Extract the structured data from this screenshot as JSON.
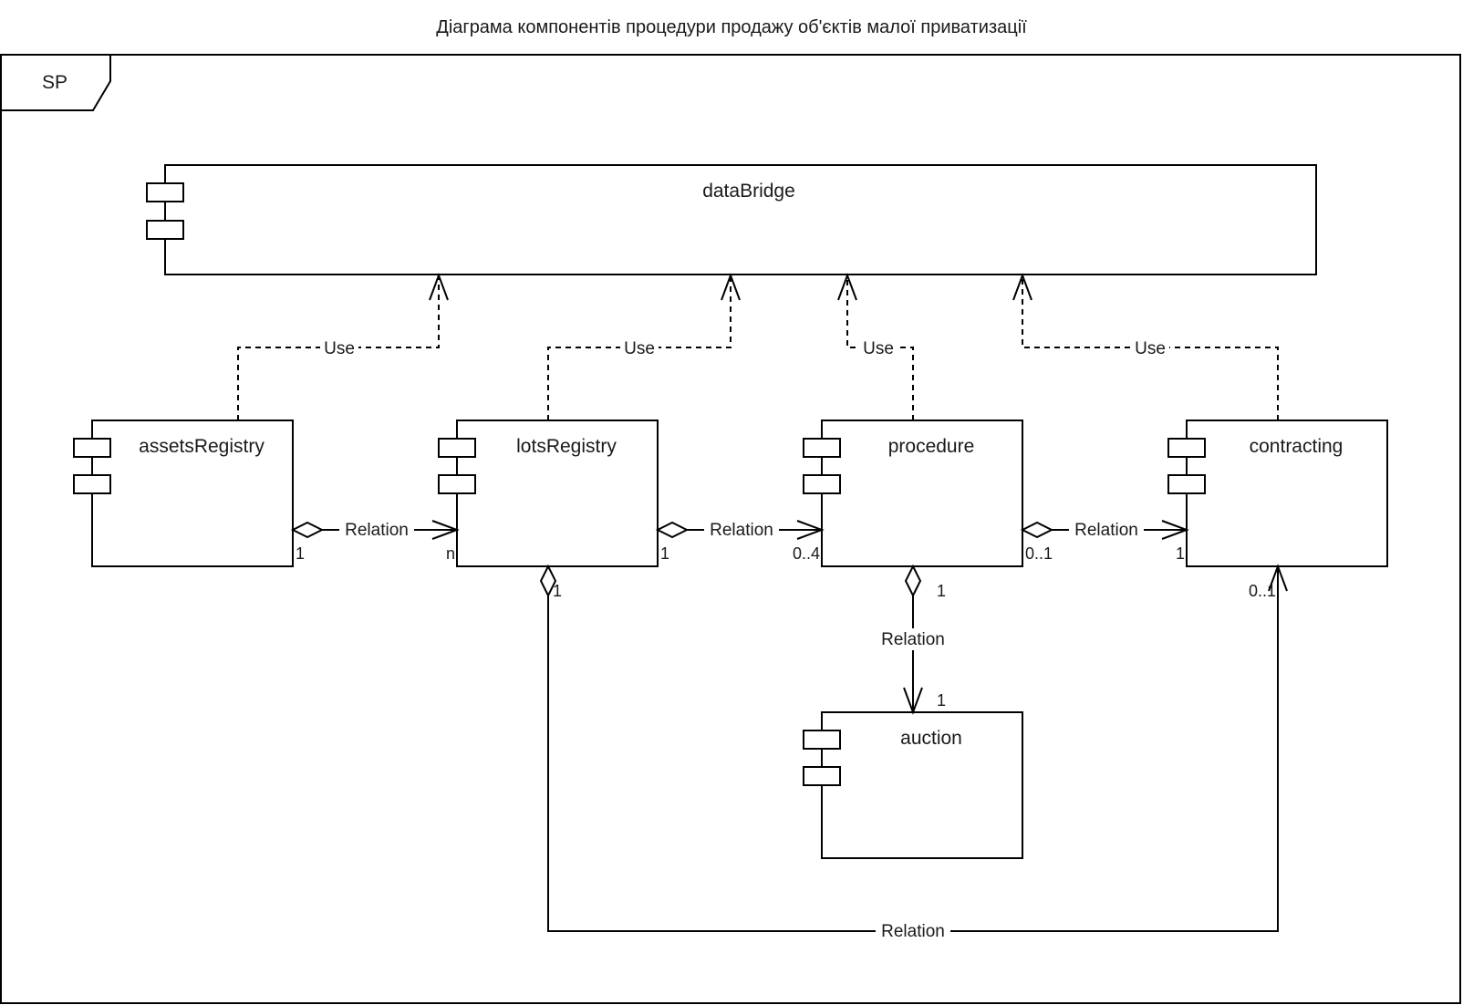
{
  "title": "Діаграма компонентів процедури продажу об'єктів малої приватизації",
  "frame": {
    "label": "SP"
  },
  "components": {
    "dataBridge": {
      "name": "dataBridge"
    },
    "assetsRegistry": {
      "name": "assetsRegistry"
    },
    "lotsRegistry": {
      "name": "lotsRegistry"
    },
    "procedure": {
      "name": "procedure"
    },
    "contracting": {
      "name": "contracting"
    },
    "auction": {
      "name": "auction"
    }
  },
  "dependencies": [
    {
      "from": "assetsRegistry",
      "to": "dataBridge",
      "label": "Use"
    },
    {
      "from": "lotsRegistry",
      "to": "dataBridge",
      "label": "Use"
    },
    {
      "from": "procedure",
      "to": "dataBridge",
      "label": "Use"
    },
    {
      "from": "contracting",
      "to": "dataBridge",
      "label": "Use"
    }
  ],
  "relations": [
    {
      "from": "assetsRegistry",
      "to": "lotsRegistry",
      "label": "Relation",
      "source_mult": "1",
      "target_mult": "n",
      "kind": "aggregation"
    },
    {
      "from": "lotsRegistry",
      "to": "procedure",
      "label": "Relation",
      "source_mult": "1",
      "target_mult": "0..4",
      "kind": "aggregation"
    },
    {
      "from": "procedure",
      "to": "contracting",
      "label": "Relation",
      "source_mult": "0..1",
      "target_mult": "1",
      "kind": "aggregation"
    },
    {
      "from": "procedure",
      "to": "auction",
      "label": "Relation",
      "source_mult": "1",
      "target_mult": "1",
      "kind": "aggregation"
    },
    {
      "from": "lotsRegistry",
      "to": "contracting",
      "label": "Relation",
      "source_mult": "1",
      "target_mult": "0..1",
      "kind": "aggregation"
    }
  ]
}
